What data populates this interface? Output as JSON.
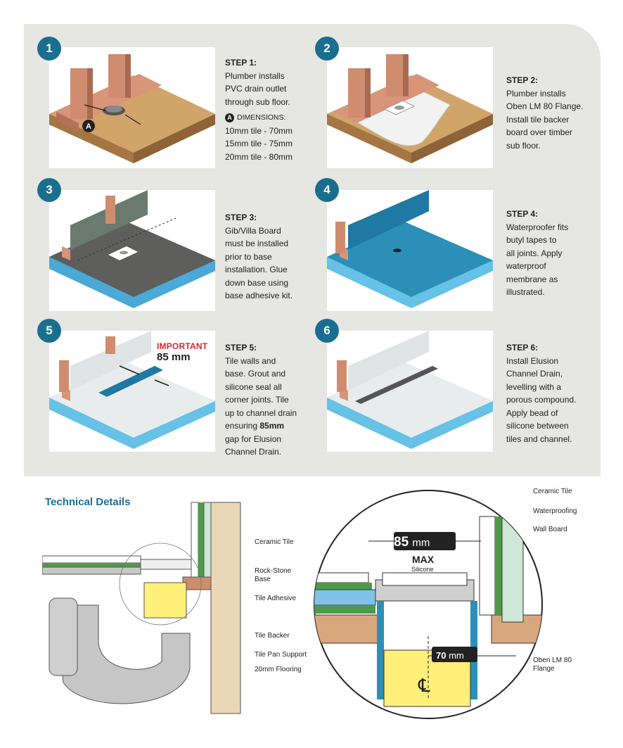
{
  "steps": [
    {
      "number": "1",
      "title": "STEP 1:",
      "lines": [
        "Plumber installs",
        "PVC drain outlet",
        "through sub floor."
      ],
      "dimensions": {
        "badge": "A",
        "heading": "DIMENSIONS:",
        "items": [
          "10mm tile - 70mm",
          "15mm tile - 75mm",
          "20mm tile - 80mm"
        ]
      }
    },
    {
      "number": "2",
      "title": "STEP 2:",
      "lines": [
        "Plumber installs",
        "Oben LM 80 Flange.",
        "Install tile backer",
        "board over timber",
        "sub floor."
      ]
    },
    {
      "number": "3",
      "title": "STEP 3:",
      "lines": [
        "Gib/Villa Board",
        "must be installed",
        "prior to base",
        "installation. Glue",
        "down base using",
        "base adhesive kit."
      ]
    },
    {
      "number": "4",
      "title": "STEP 4:",
      "lines": [
        "Waterproofer fits",
        "butyl tapes to",
        "all joints. Apply",
        "waterproof",
        "membrane as",
        "illustrated."
      ]
    },
    {
      "number": "5",
      "title": "STEP 5:",
      "lines": [
        "Tile walls and",
        "base. Grout and",
        "silicone seal all",
        "corner joints. Tile",
        "up to channel drain",
        "ensuring ",
        "gap for Elusion",
        "Channel Drain."
      ],
      "bold": "85mm",
      "important": {
        "label": "IMPORTANT",
        "value": "85 mm"
      }
    },
    {
      "number": "6",
      "title": "STEP 6:",
      "lines": [
        "Install Elusion",
        "Channel Drain,",
        "levelling with a",
        "porous compound.",
        "Apply bead of",
        "silicone between",
        "tiles and channel."
      ]
    }
  ],
  "illustration_marker": "A",
  "technical": {
    "title": "Technical Details",
    "labels_left": [
      "Ceramic Tile",
      "Rock-Stone",
      "Base",
      "Tile Adhesive",
      "Tile Backer",
      "Tile Pan Support",
      "20mm Flooring"
    ],
    "labels_right": [
      "Ceramic Tile",
      "Waterproofing",
      "Wall Board",
      "Oben LM 80",
      "Flange"
    ],
    "max_value": "85",
    "max_unit": "mm",
    "max_label": "MAX",
    "silicone": "Silicone",
    "gap_value": "70",
    "gap_unit": "mm",
    "centerline": "℄"
  },
  "colors": {
    "accent": "#1b6f8e",
    "important": "#d7262c",
    "panel": "#e6e6e2",
    "timber": "#cd8e6a",
    "membrane": "#2c8fb8"
  }
}
